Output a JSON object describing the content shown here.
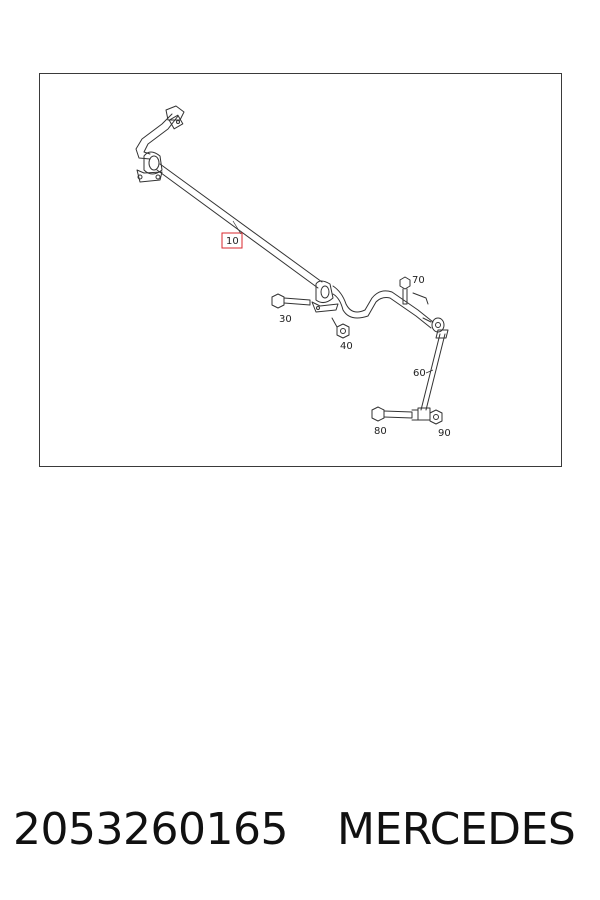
{
  "diagram": {
    "callouts": [
      {
        "id": "10",
        "label": "10",
        "highlighted": true
      },
      {
        "id": "30",
        "label": "30"
      },
      {
        "id": "40",
        "label": "40"
      },
      {
        "id": "60",
        "label": "60"
      },
      {
        "id": "70",
        "label": "70"
      },
      {
        "id": "80",
        "label": "80"
      },
      {
        "id": "90",
        "label": "90"
      }
    ],
    "colors": {
      "line": "#333333",
      "highlight": "#d9272e",
      "frame": "#3a3a3a"
    }
  },
  "footer": {
    "part_number": "2053260165",
    "brand": "MERCEDES"
  }
}
